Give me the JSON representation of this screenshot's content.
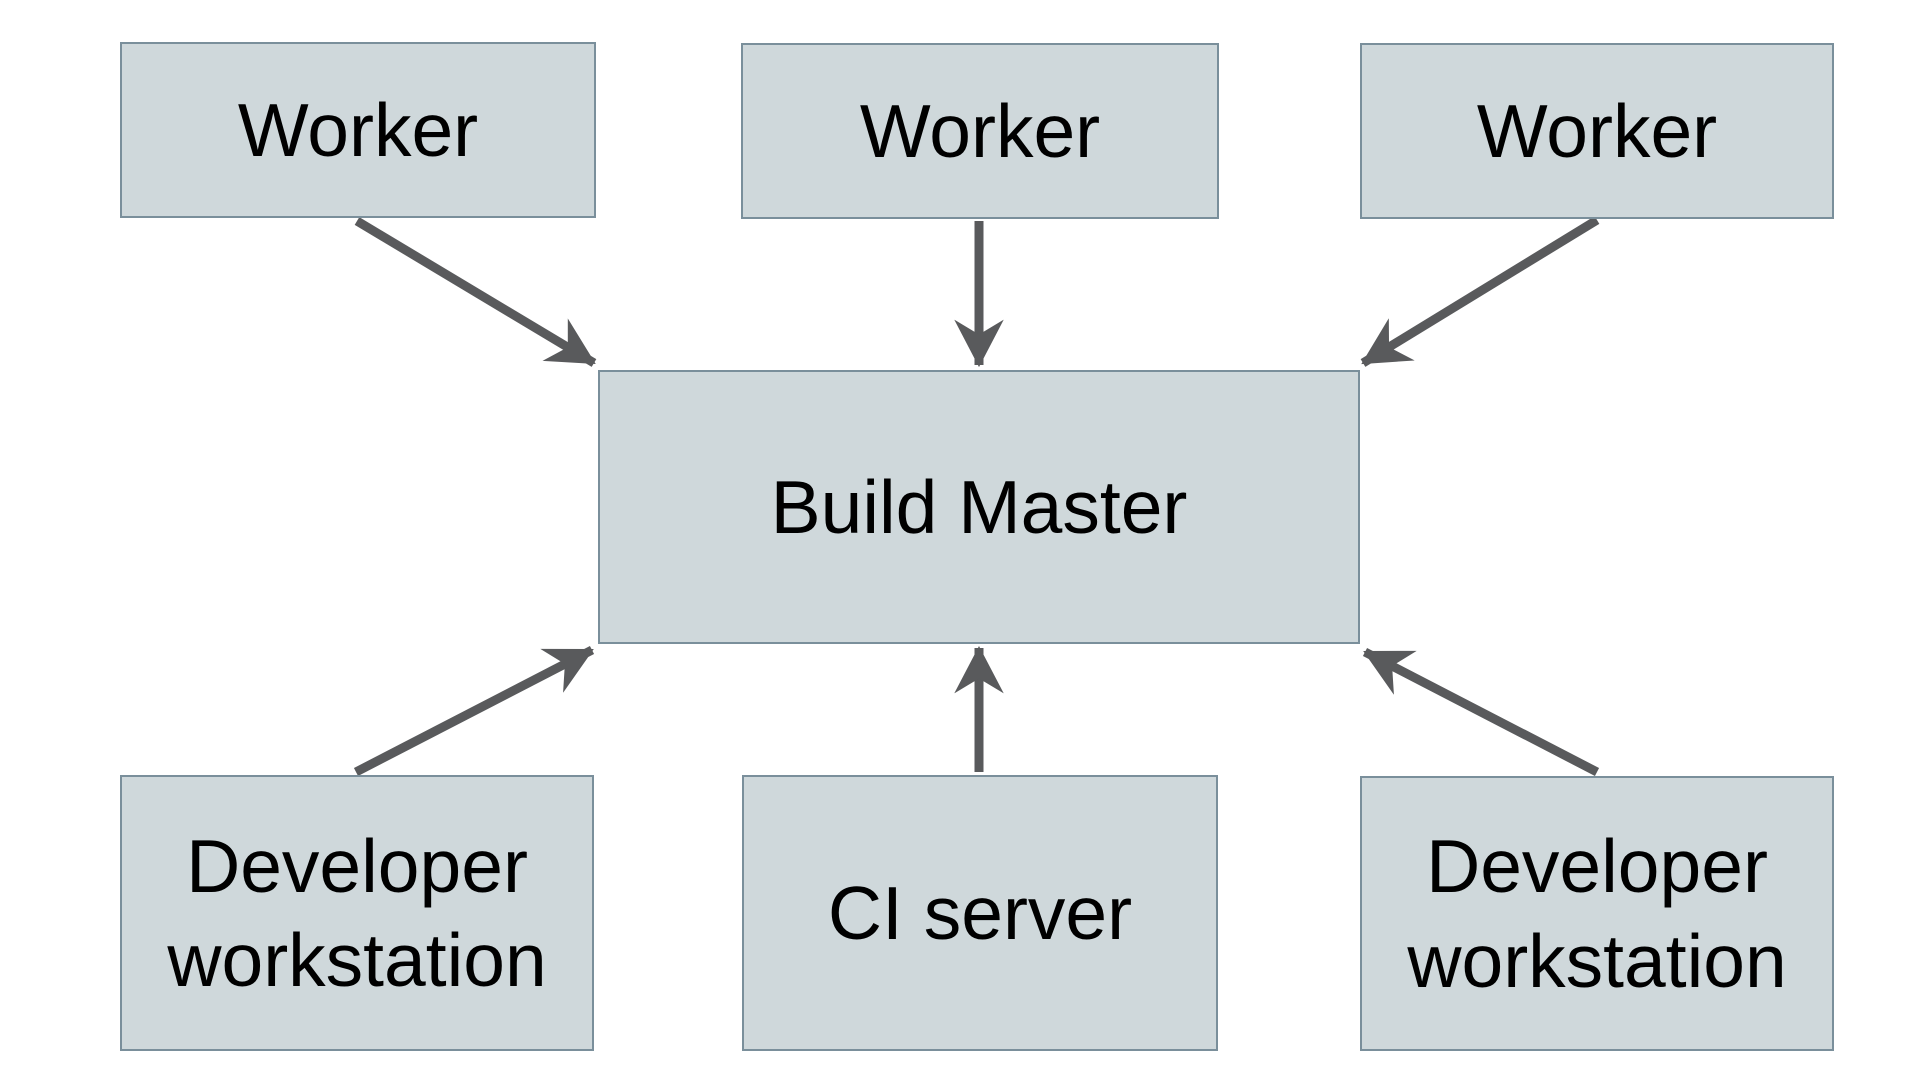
{
  "palette": {
    "background": "#ffffff",
    "node_fill": "#cfd8db",
    "node_border": "#7a8f9b",
    "arrow_color": "#595a5c",
    "text_color": "#000000"
  },
  "nodes": {
    "worker_1": {
      "label": "Worker"
    },
    "worker_2": {
      "label": "Worker"
    },
    "worker_3": {
      "label": "Worker"
    },
    "build_master": {
      "label": "Build Master"
    },
    "dev_workstation_left": {
      "label": "Developer workstation"
    },
    "ci_server": {
      "label": "CI server"
    },
    "dev_workstation_right": {
      "label": "Developer workstation"
    }
  },
  "edges": [
    {
      "from": "worker_1",
      "to": "build_master"
    },
    {
      "from": "worker_2",
      "to": "build_master"
    },
    {
      "from": "worker_3",
      "to": "build_master"
    },
    {
      "from": "dev_workstation_left",
      "to": "build_master"
    },
    {
      "from": "ci_server",
      "to": "build_master"
    },
    {
      "from": "dev_workstation_right",
      "to": "build_master"
    }
  ]
}
